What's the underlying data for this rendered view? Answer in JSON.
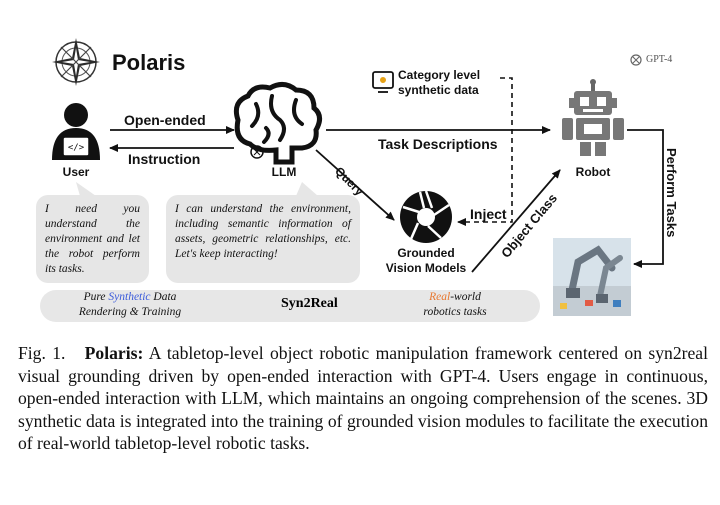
{
  "header": {
    "title": "Polaris",
    "gpt_badge": "GPT-4"
  },
  "nodes": {
    "user": "User",
    "llm": "LLM",
    "robot": "Robot",
    "gvm_line1": "Grounded",
    "gvm_line2": "Vision Models",
    "category_line1": "Category level",
    "category_line2": "synthetic data"
  },
  "edges": {
    "open_ended": "Open-ended",
    "instruction": "Instruction",
    "task_descriptions": "Task Descriptions",
    "query": "Query",
    "inject": "Inject",
    "object_class": "Object Class",
    "perform_tasks": "Perform Tasks"
  },
  "bubbles": {
    "user": "I need you understand the environment and let the robot perform its tasks.",
    "llm": "I can understand the environment, including semantic information of assets, geometric relationships, etc. Let's keep interacting!"
  },
  "bottom_bar": {
    "left_pre": "Pure ",
    "left_highlight": "Synthetic",
    "left_post": " Data",
    "left_line2": "Rendering & Training",
    "center": "Syn2Real",
    "right_highlight": "Real",
    "right_post": "-world",
    "right_line2": "robotics tasks",
    "synthetic_color": "#3b5bdb",
    "real_color": "#e8772e"
  },
  "caption": {
    "fig_label": "Fig. 1.",
    "bold_lead": "Polaris:",
    "text": "A tabletop-level object robotic manipulation framework centered on syn2real visual grounding driven by open-ended interaction with GPT-4. Users engage in continuous, open-ended interaction with LLM, which maintains an ongoing comprehension of the scenes. 3D synthetic data is integrated into the training of grounded vision modules to facilitate the execution of real-world tabletop-level robotic tasks."
  }
}
